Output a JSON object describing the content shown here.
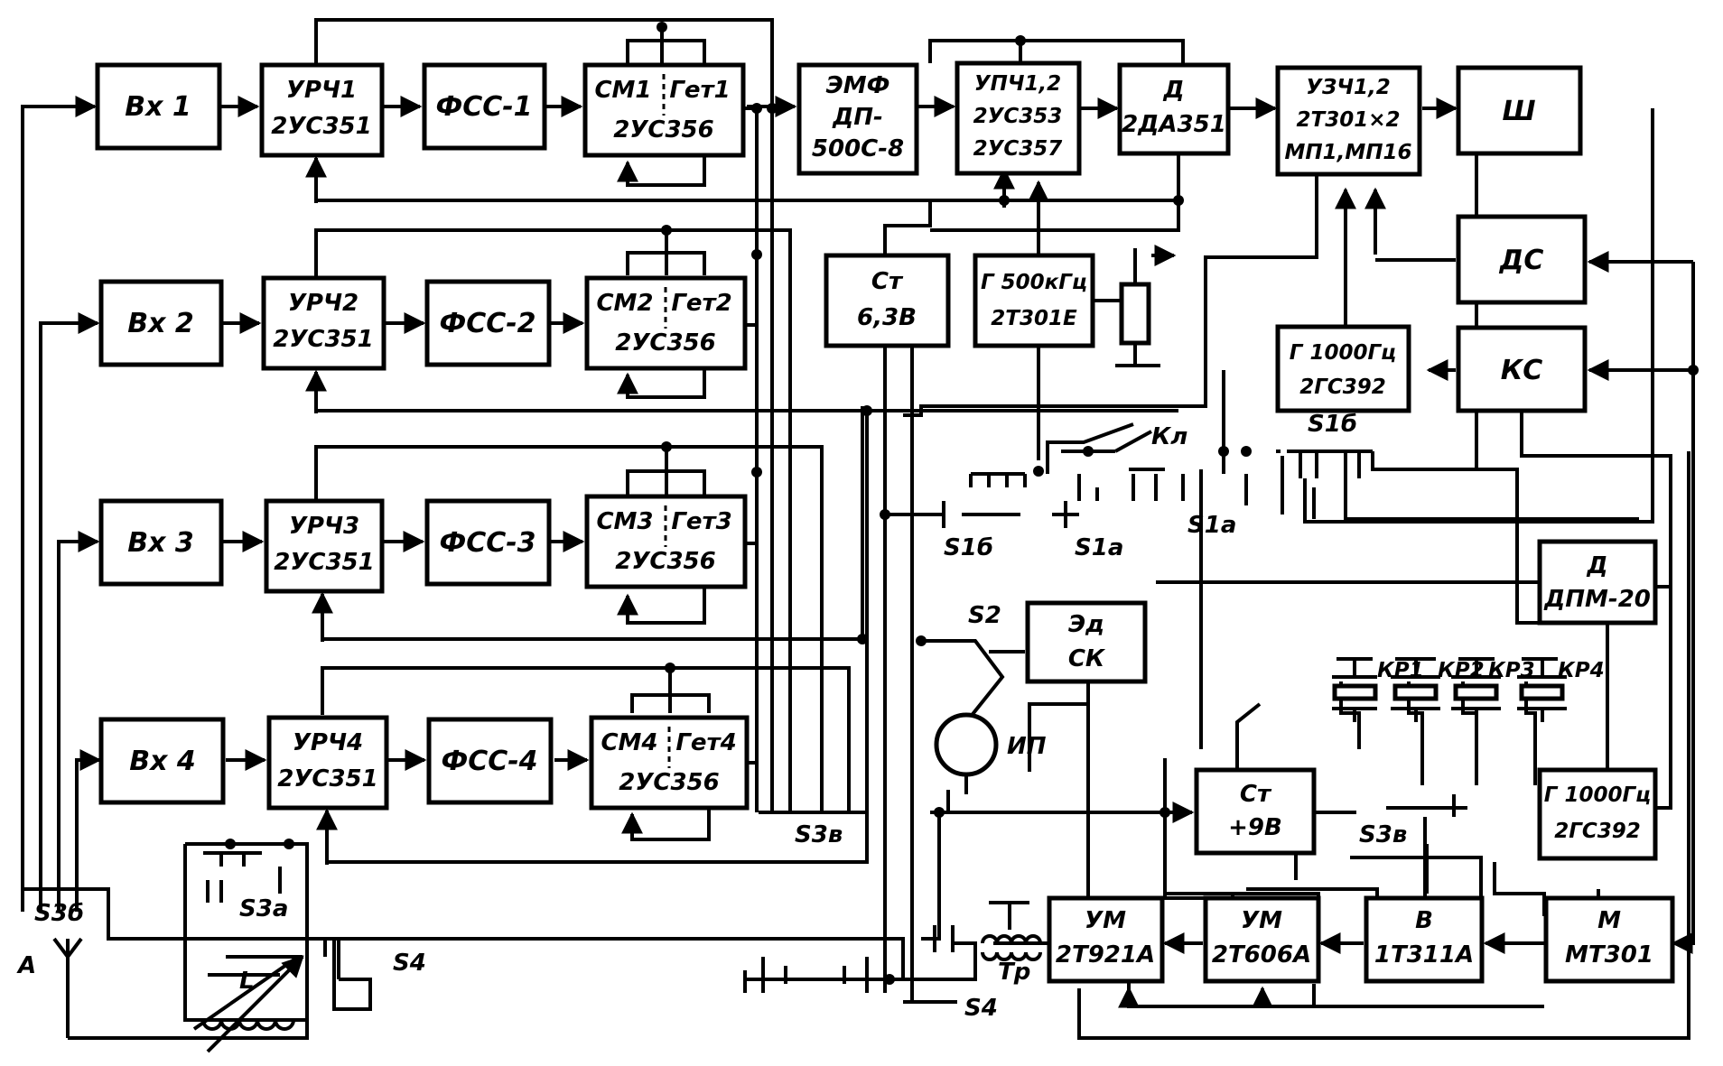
{
  "blocks": {
    "vx1": "Вх 1",
    "vx2": "Вх 2",
    "vx3": "Вх 3",
    "vx4": "Вх 4",
    "urch1": [
      "УРЧ1",
      "2УС351"
    ],
    "urch2": [
      "УРЧ2",
      "2УС351"
    ],
    "urch3": [
      "УРЧ3",
      "2УС351"
    ],
    "urch4": [
      "УРЧ4",
      "2УС351"
    ],
    "fss1": "ФСС-1",
    "fss2": "ФСС-2",
    "fss3": "ФСС-3",
    "fss4": "ФСС-4",
    "sm1": [
      "СМ1",
      "Гет1",
      "2УС356"
    ],
    "sm2": [
      "СМ2",
      "Гет2",
      "2УС356"
    ],
    "sm3": [
      "СМ3",
      "Гет3",
      "2УС356"
    ],
    "sm4": [
      "СМ4",
      "Гет4",
      "2УС356"
    ],
    "emf": [
      "ЭМФ",
      "ДП-",
      "500С-8"
    ],
    "upch": [
      "УПЧ1,2",
      "2УС353",
      "2УС357"
    ],
    "det": [
      "Д",
      "2ДА351"
    ],
    "uzch": [
      "УЗЧ1,2",
      "2Т301×2",
      "МП1,МП16"
    ],
    "sh": "Ш",
    "ds": "ДС",
    "ks": "КС",
    "st1": [
      "Ст",
      "6,3В"
    ],
    "g500": [
      "Г 500кГц",
      "2Т301Е"
    ],
    "g1000a": [
      "Г 1000Гц",
      "2ГС392"
    ],
    "d_dpm": [
      "Д",
      "ДПМ-20"
    ],
    "ed_sk": [
      "Эд",
      "СК"
    ],
    "st2": [
      "Ст",
      "+9В"
    ],
    "g1000b": [
      "Г 1000Гц",
      "2ГС392"
    ],
    "um1": [
      "УМ",
      "2Т921А"
    ],
    "um2": [
      "УМ",
      "2Т606А"
    ],
    "v": [
      "В",
      "1Т311А"
    ],
    "m": [
      "М",
      "МТ301"
    ]
  },
  "labels": {
    "s3v_left": "S3в",
    "s3v_right": "S3в",
    "s3b": "S3б",
    "s3a": "S3а",
    "s4_top": "S4",
    "s4_bottom": "S4",
    "s1b_top": "S1б",
    "s1b_low": "S1б",
    "s1a_low": "S1а",
    "s1a_mid": "S1а",
    "s2": "S2",
    "ka": "Кл",
    "ip": "ИП",
    "tr": "Тр",
    "antenna": "А",
    "coil": "L",
    "kr1": "КР1",
    "kr2": "КР2",
    "kr3": "КР3",
    "kr4": "КР4"
  }
}
